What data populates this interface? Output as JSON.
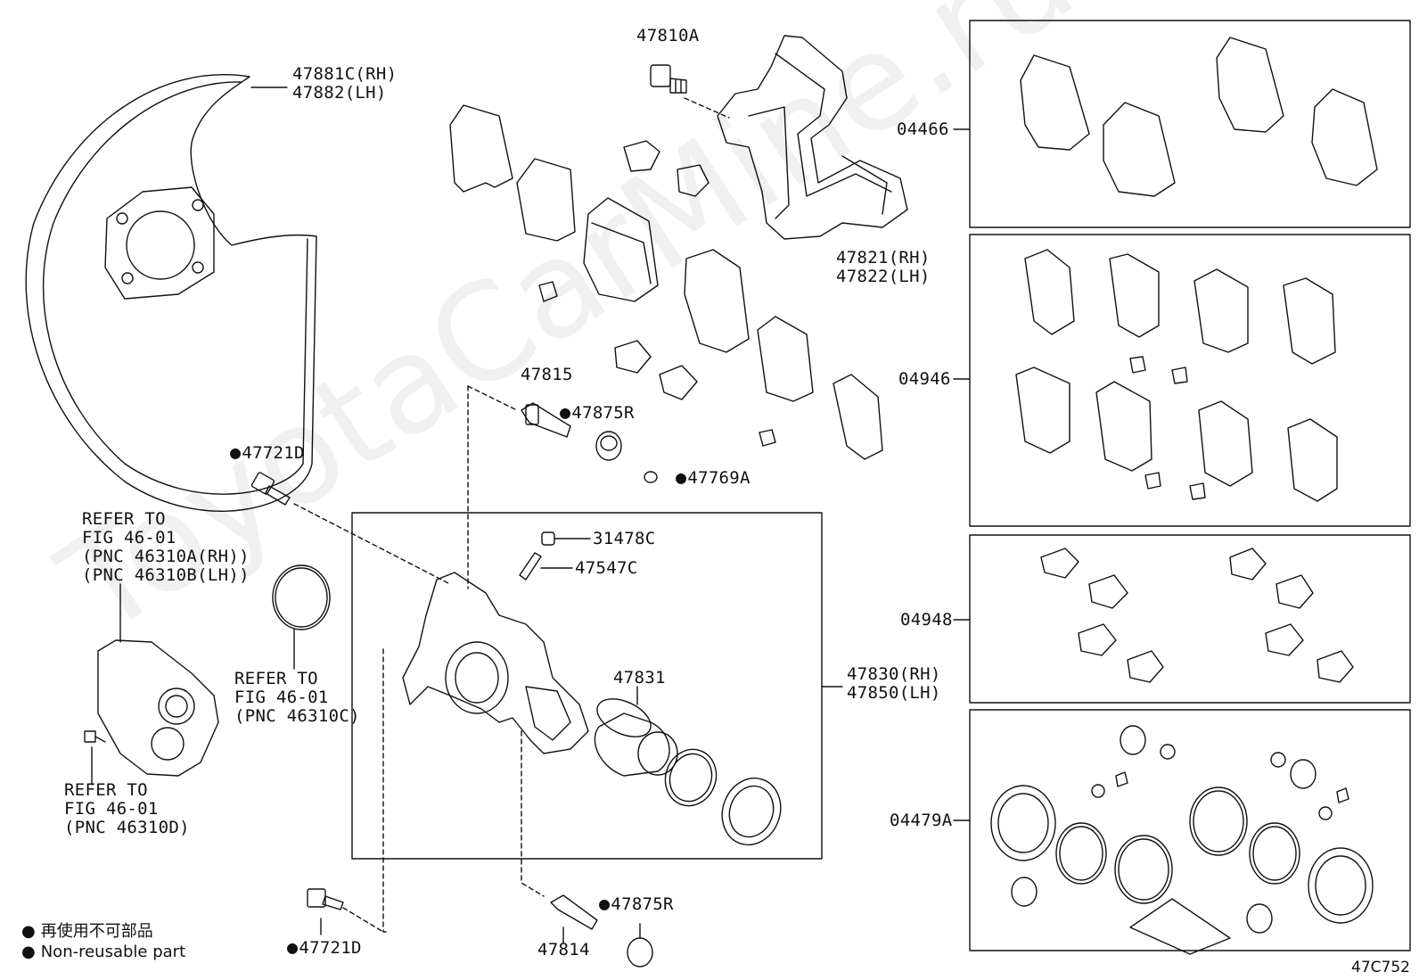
{
  "labels": {
    "shield": "47881C(RH)\n47882(LH)",
    "bolt_47810A": "47810A",
    "support": "47821(RH)\n47822(LH)",
    "pin_47815": "47815",
    "boot_47875R_top": "47875R",
    "bolt_47721D_top": "47721D",
    "cap_47769A": "47769A",
    "refer_46310": "REFER TO\nFIG 46-01\n(PNC 46310A(RH))\n(PNC 46310B(LH))",
    "refer_46310C": "REFER TO\nFIG 46-01\n(PNC 46310C)",
    "refer_46310D": "REFER TO\nFIG 46-01\n(PNC 46310D)",
    "cap_31478C": "31478C",
    "bleeder_47547C": "47547C",
    "piston_47831": "47831",
    "caliper": "47830(RH)\n47850(LH)",
    "pin_47814": "47814",
    "boot_47875R_bottom": "47875R",
    "bolt_47721D_bottom": "47721D",
    "kit_04466": "04466",
    "kit_04946": "04946",
    "kit_04948": "04948",
    "kit_04479A": "04479A"
  },
  "legend": {
    "line1": "再使用不可部品",
    "line2": "Non-reusable part"
  },
  "figure_code": "47C752",
  "watermark": "ToyotaCarMine.ru"
}
